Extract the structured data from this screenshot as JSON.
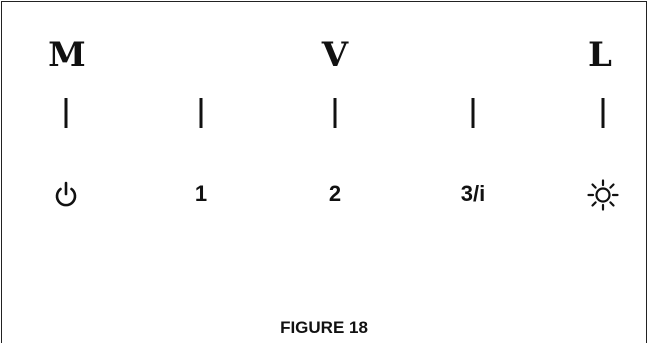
{
  "top_labels": [
    "M",
    "V",
    "L"
  ],
  "buttons": [
    {
      "icon": "power-icon",
      "label": ""
    },
    {
      "icon": "",
      "label": "1"
    },
    {
      "icon": "",
      "label": "2"
    },
    {
      "icon": "",
      "label": "3/i"
    },
    {
      "icon": "light-icon",
      "label": ""
    }
  ],
  "caption": "FIGURE 18"
}
